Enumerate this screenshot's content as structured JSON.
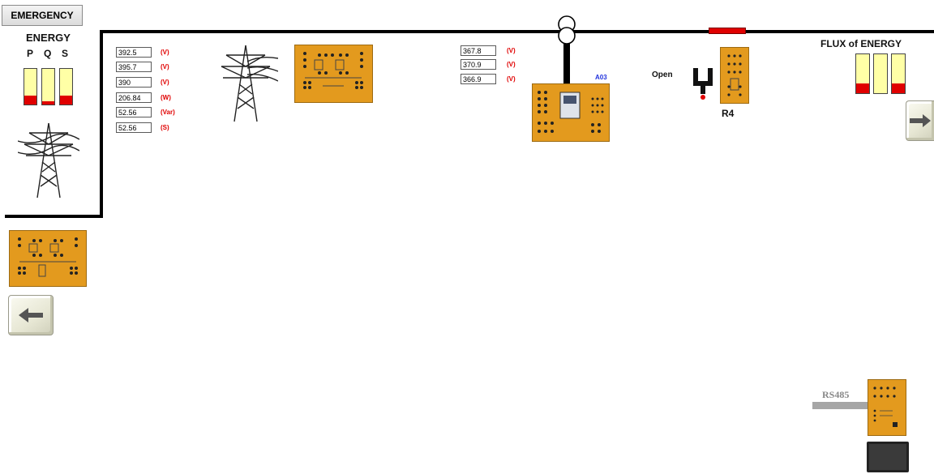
{
  "emergency": {
    "label": "EMERGENCY"
  },
  "energy": {
    "title": "ENERGY",
    "labels": [
      "P",
      "Q",
      "S"
    ],
    "levels": [
      0.25,
      0.08,
      0.25
    ]
  },
  "measurements_left": [
    {
      "value": "392.5",
      "unit": "(V)"
    },
    {
      "value": "395.7",
      "unit": "(V)"
    },
    {
      "value": "390",
      "unit": "(V)"
    },
    {
      "value": "206.84",
      "unit": "(W)"
    },
    {
      "value": "52.56",
      "unit": "(Var)"
    },
    {
      "value": "52.56",
      "unit": "(S)"
    }
  ],
  "measurements_mid": [
    {
      "value": "367.8",
      "unit": "(V)"
    },
    {
      "value": "370.9",
      "unit": "(V)"
    },
    {
      "value": "366.9",
      "unit": "(V)"
    }
  ],
  "relay": {
    "label": "A03"
  },
  "breaker": {
    "state": "Open"
  },
  "load": {
    "label": "R4"
  },
  "flux": {
    "title": "FLUX of ENERGY",
    "levels": [
      0.25,
      0.0,
      0.25
    ]
  },
  "comm": {
    "label": "RS485"
  },
  "colors": {
    "panel": "#e39a1e",
    "bar_bg": "#ffffa6",
    "bar_fill": "#e00000",
    "unit_text": "#e00000",
    "relay_label": "#2233dd"
  },
  "icons": [
    "tower-icon",
    "transformer-icon",
    "breaker-icon",
    "laptop-icon",
    "arrow-left-icon",
    "arrow-right-icon"
  ]
}
